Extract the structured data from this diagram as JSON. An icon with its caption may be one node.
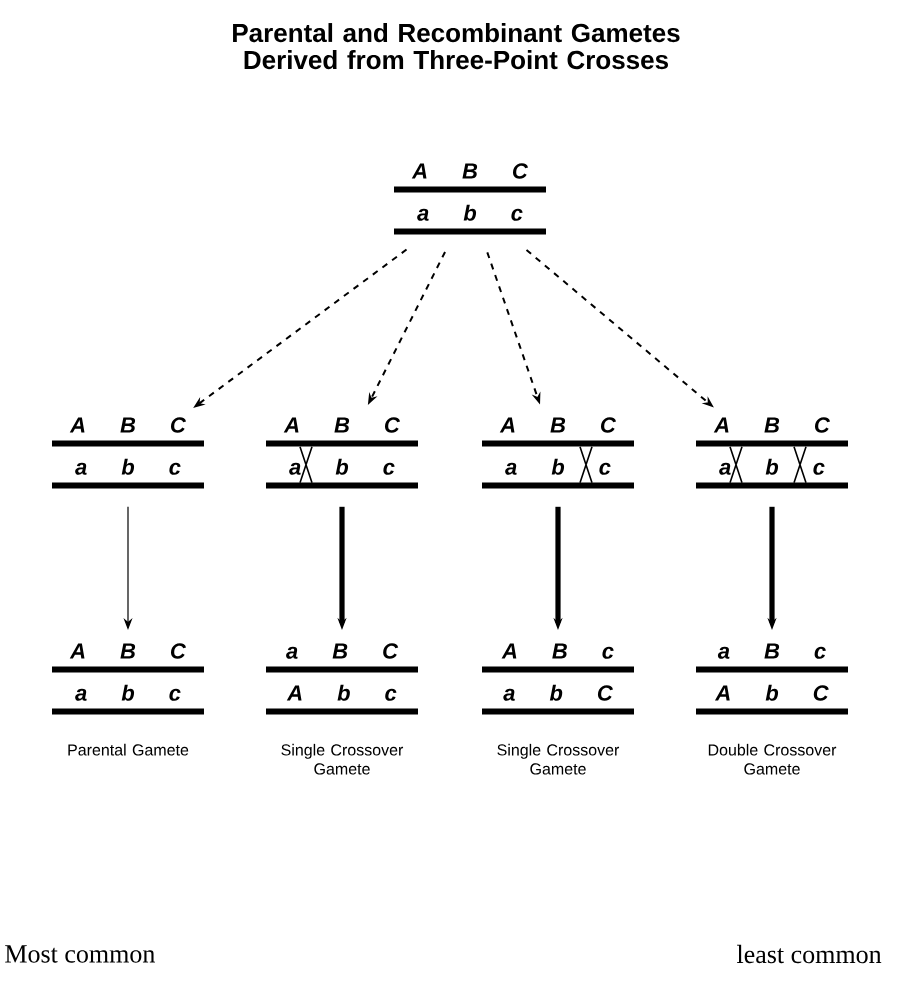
{
  "diagram": {
    "title": "Parental and Recombinant Gametes Derived from Three-Point Crosses",
    "nodes": [
      {
        "text": [
          "A B C",
          "a b c"
        ]
      },
      {
        "text": [
          "A B C",
          "a b c"
        ]
      },
      {
        "text": [
          "A B C",
          "a b c"
        ]
      },
      {
        "text": [
          "A B C",
          "a b c"
        ]
      },
      {
        "text": [
          "A B C",
          "a b c"
        ]
      },
      {
        "text": [
          "A B C",
          "a b c"
        ],
        "beside": [
          "Parental Gamete"
        ]
      },
      {
        "text": [
          "a B C",
          "A b c"
        ],
        "beside": [
          "Single Crossover Gamete"
        ]
      },
      {
        "text": [
          "A B c",
          "a b C"
        ],
        "beside": [
          "Single Crossover Gamete"
        ]
      },
      {
        "text": [
          "a B c",
          "A b C"
        ],
        "beside": [
          "Double Crossover Gamete"
        ]
      }
    ],
    "edges": [
      {
        "from": 0,
        "to": 1,
        "arrow": "to",
        "style": "dashed"
      },
      {
        "from": 0,
        "to": 2,
        "arrow": "to",
        "style": "dashed"
      },
      {
        "from": 0,
        "to": 3,
        "arrow": "to",
        "style": "dashed"
      },
      {
        "from": 0,
        "to": 4,
        "arrow": "to",
        "style": "dashed"
      },
      {
        "from": 1,
        "to": 5,
        "arrow": "to"
      },
      {
        "from": 2,
        "to": 6,
        "arrow": "to",
        "style": "thick"
      },
      {
        "from": 3,
        "to": 7,
        "arrow": "to",
        "style": "thick"
      },
      {
        "from": 4,
        "to": 8,
        "arrow": "to",
        "style": "thick"
      }
    ],
    "labels": [
      "Most common",
      "least common"
    ]
  }
}
